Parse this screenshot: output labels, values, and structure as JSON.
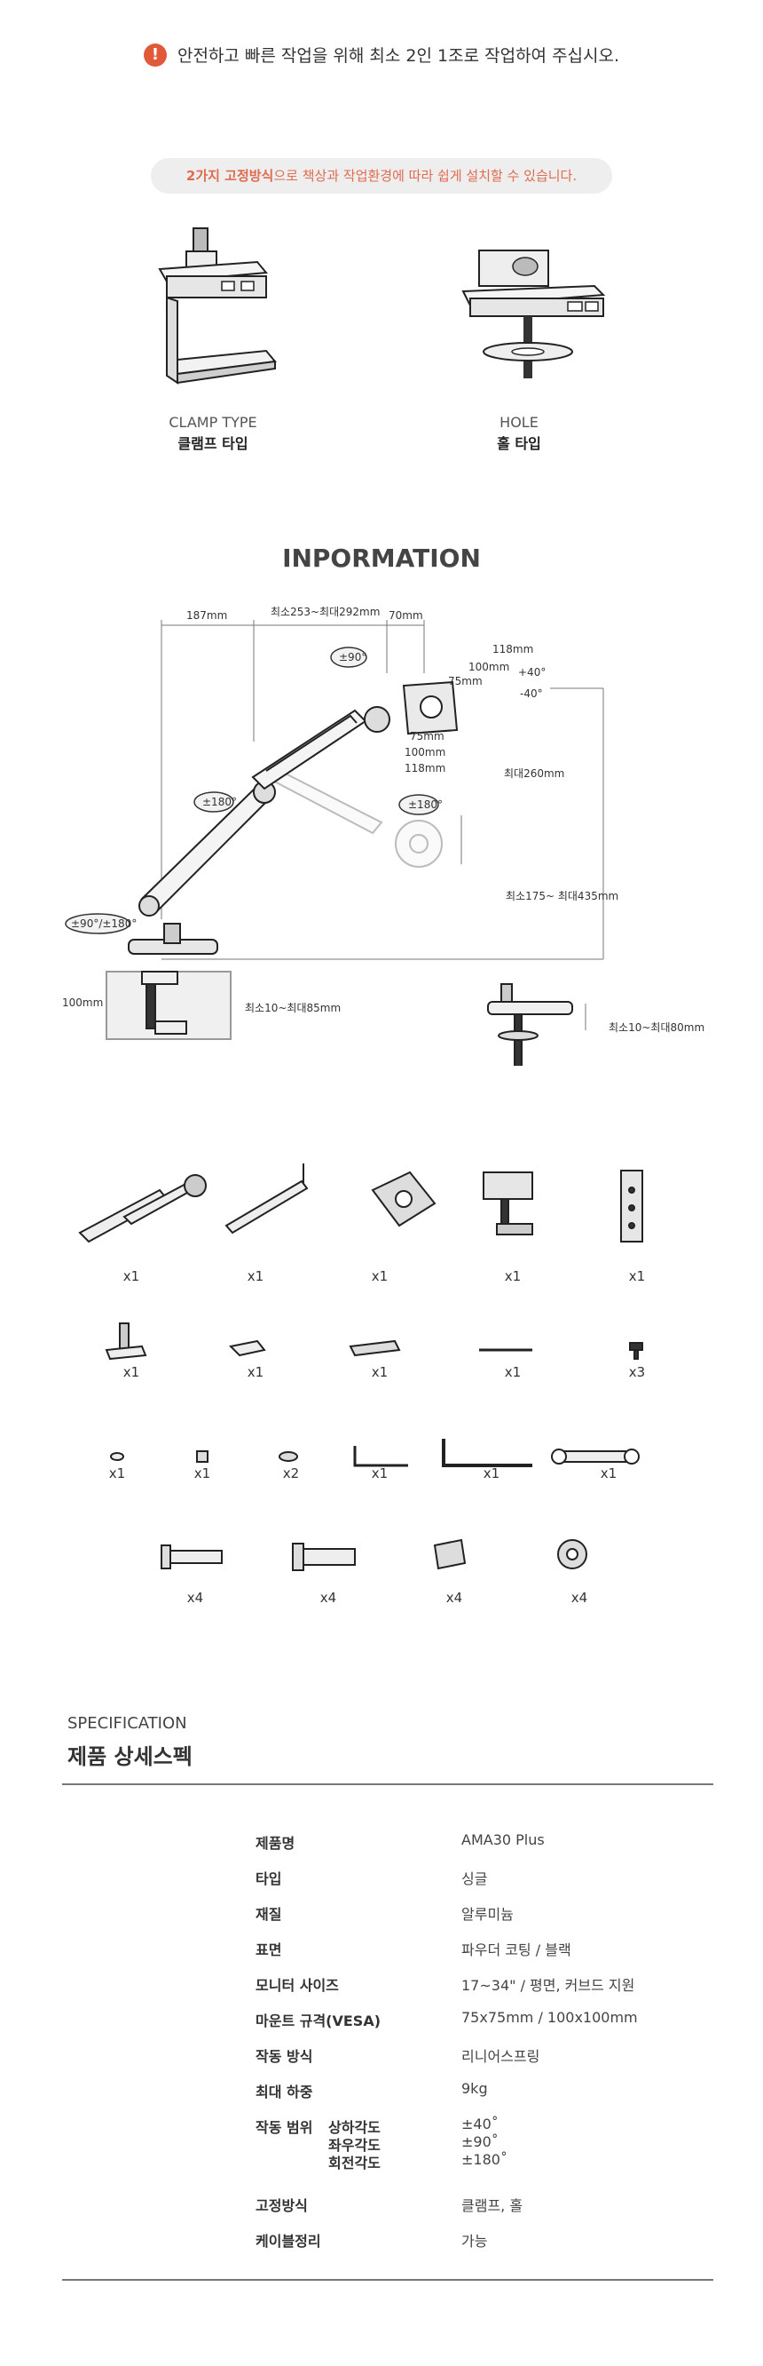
{
  "notice": {
    "icon": "exclamation-icon",
    "text": "안전하고 빠른 작업을 위해 최소 2인 1조로 작업하여 주십시오."
  },
  "mount_types": {
    "banner_highlight": "2가지 고정방식",
    "banner_rest": "으로 책상과 작업환경에 따라 쉽게 설치할 수 있습니다.",
    "clamp": {
      "en": "CLAMP TYPE",
      "ko": "클램프 타입"
    },
    "hole": {
      "en": "HOLE",
      "ko": "홀 타입"
    }
  },
  "information": {
    "title": "INPORMATION",
    "dims": {
      "d187": "187mm",
      "reach": "최소253~최대292mm",
      "d70": "70mm",
      "d118top": "118mm",
      "d100": "100mm",
      "d75v": "75mm",
      "tilt_up": "+40°",
      "tilt_down": "-40°",
      "d75h": "75mm",
      "d100h": "100mm",
      "d118h": "118mm",
      "max260": "최대260mm",
      "height_range": "최소175~ 최대435mm",
      "swivel90": "±90°",
      "rot180a": "±180°",
      "rot180b": "±180°",
      "base_rot": "±90°/±180°",
      "clamp_h": "100mm",
      "clamp_range": "최소10~최대85mm",
      "hole_range": "최소10~최대80mm"
    }
  },
  "components": {
    "row1": [
      "x1",
      "x1",
      "x1",
      "x1",
      "x1"
    ],
    "row2": [
      "x1",
      "x1",
      "x1",
      "x1",
      "x3"
    ],
    "row3": [
      "x1",
      "x1",
      "x2",
      "x1",
      "x1",
      "x1"
    ],
    "row4": [
      "x4",
      "x4",
      "x4",
      "x4"
    ]
  },
  "spec": {
    "eyebrow": "SPECIFICATION",
    "title": "제품 상세스펙",
    "rows": [
      {
        "label": "제품명",
        "value": "AMA30 Plus"
      },
      {
        "label": "타입",
        "value": "싱글"
      },
      {
        "label": "재질",
        "value": "알루미늄"
      },
      {
        "label": "표면",
        "value": "파우더 코팅 / 블랙"
      },
      {
        "label": "모니터 사이즈",
        "value": "17~34\" / 평면, 커브드 지원"
      },
      {
        "label": "마운트 규격(VESA)",
        "value": "75x75mm / 100x100mm"
      },
      {
        "label": "작동 방식",
        "value": "리니어스프링"
      },
      {
        "label": "최대 하중",
        "value": "9kg"
      }
    ],
    "range": {
      "label": "작동 범위",
      "subs": [
        "상하각도",
        "좌우각도",
        "회전각도"
      ],
      "values": [
        "±40˚",
        "±90˚",
        "±180˚"
      ]
    },
    "tail": [
      {
        "label": "고정방식",
        "value": "클램프, 홀"
      },
      {
        "label": "케이블정리",
        "value": "가능"
      }
    ]
  }
}
